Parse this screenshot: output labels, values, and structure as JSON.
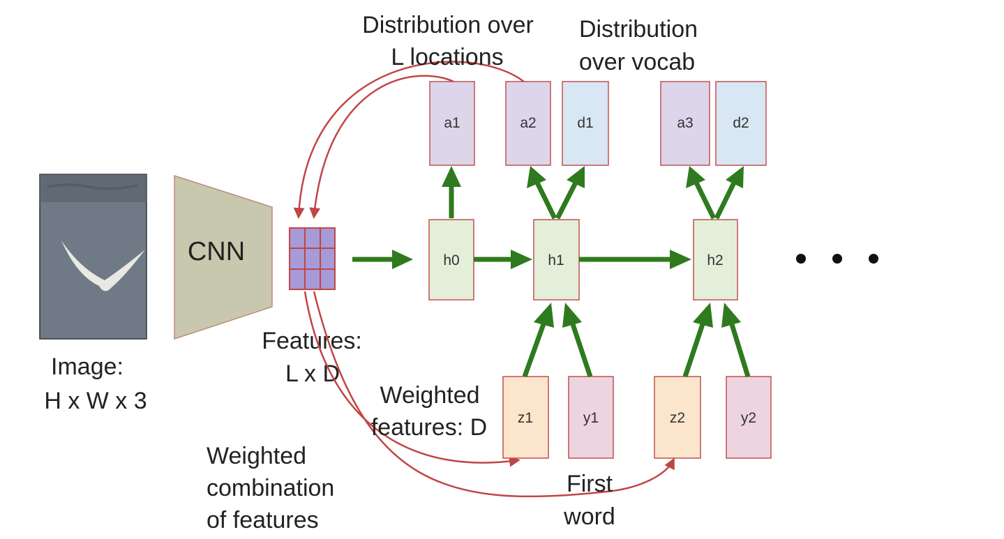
{
  "image": {
    "label_line1": "Image:",
    "label_line2": "H x W x 3"
  },
  "cnn": {
    "label": "CNN"
  },
  "features": {
    "label_line1": "Features:",
    "label_line2": "L x D"
  },
  "nodes": {
    "a1": "a1",
    "a2": "a2",
    "a3": "a3",
    "d1": "d1",
    "d2": "d2",
    "h0": "h0",
    "h1": "h1",
    "h2": "h2",
    "z1": "z1",
    "z2": "z2",
    "y1": "y1",
    "y2": "y2"
  },
  "annotations": {
    "dist_locations_line1": "Distribution over",
    "dist_locations_line2": "L locations",
    "dist_vocab_line1": "Distribution",
    "dist_vocab_line2": "over vocab",
    "weighted_features_line1": "Weighted",
    "weighted_features_line2": "features: D",
    "weighted_combo_line1": "Weighted",
    "weighted_combo_line2": "combination",
    "weighted_combo_line3": "of features",
    "first_word_line1": "First",
    "first_word_line2": "word"
  },
  "ellipsis": "• • •",
  "colors": {
    "attention_box": "#ddd5ea",
    "vocab_box": "#d9e6f3",
    "hidden_box": "#e3efd9",
    "z_box": "#fbe5cc",
    "y_box": "#ecd5df",
    "box_border": "#c05050",
    "green_arrow": "#2f7a1f",
    "red_arrow": "#c04545",
    "cnn_fill": "#c7c8ae",
    "grid_fill": "#a79ad9"
  }
}
